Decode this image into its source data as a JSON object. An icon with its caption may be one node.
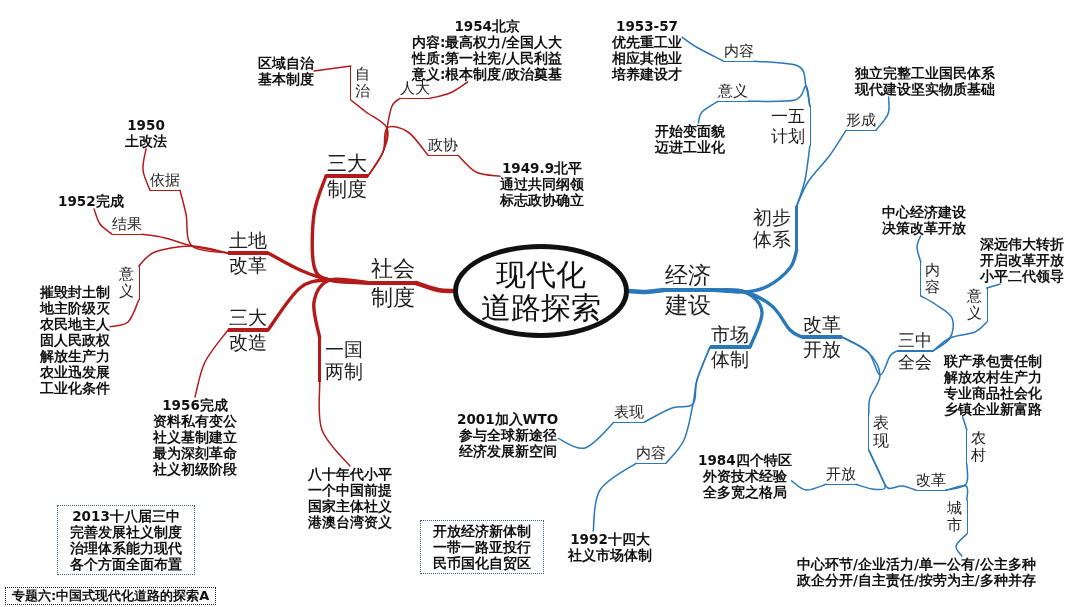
{
  "diagram": {
    "title": "专题六:中国式现代化道路的探索A",
    "nodes": [
      {
        "text": [
          "现代化道路探索"
        ]
      },
      {
        "text": [
          "社会制度"
        ]
      },
      {
        "text": [
          "三大制度"
        ]
      },
      {
        "text": [
          "自治"
        ]
      },
      {
        "text": [
          "区域自治基本制度"
        ]
      },
      {
        "text": [
          "人大"
        ]
      },
      {
        "text": [
          "1954北京",
          "内容:最高权力/全国人大",
          "性质:第一社宪/人民利益",
          "意义:根本制度/政治奠基"
        ]
      },
      {
        "text": [
          "政协"
        ]
      },
      {
        "text": [
          "1949.9北平",
          "通过共同纲领",
          "标志政协确立"
        ]
      },
      {
        "text": [
          "土地改革"
        ]
      },
      {
        "text": [
          "依据"
        ]
      },
      {
        "text": [
          "1950",
          "土改法"
        ]
      },
      {
        "text": [
          "结果"
        ]
      },
      {
        "text": [
          "1952完成"
        ]
      },
      {
        "text": [
          "意义"
        ]
      },
      {
        "text": [
          "摧毁封土制",
          "地主阶级灭",
          "农民地主人",
          "固人民政权",
          "解放生产力",
          "农业迅发展",
          "工业化条件"
        ]
      },
      {
        "text": [
          "三大改造"
        ]
      },
      {
        "text": [
          "1956完成",
          "资料私有变公",
          "社义基制建立",
          "最为深刻革命",
          "社义初级阶段"
        ]
      },
      {
        "text": [
          "一国两制"
        ]
      },
      {
        "text": [
          "八十年代小平",
          "一个中国前提",
          "国家主体社义",
          "港澳台湾资义"
        ]
      },
      {
        "text": [
          "2013十八届三中",
          "完善发展社义制度",
          "治理体系能力现代",
          "各个方面全面布置"
        ]
      },
      {
        "text": [
          "经济建设"
        ]
      },
      {
        "text": [
          "初步体系"
        ]
      },
      {
        "text": [
          "一五计划"
        ]
      },
      {
        "text": [
          "内容"
        ]
      },
      {
        "text": [
          "1953-57",
          "优先重工业",
          "相应其他业",
          "培养建设才"
        ]
      },
      {
        "text": [
          "意义"
        ]
      },
      {
        "text": [
          "开始变面貌",
          "迈进工业化"
        ]
      },
      {
        "text": [
          "形成"
        ]
      },
      {
        "text": [
          "独立完整工业国民体系",
          "现代建设坚实物质基础"
        ]
      },
      {
        "text": [
          "改革开放"
        ]
      },
      {
        "text": [
          "三中全会"
        ]
      },
      {
        "text": [
          "内容"
        ]
      },
      {
        "text": [
          "中心经济建设",
          "决策改革开放"
        ]
      },
      {
        "text": [
          "意义"
        ]
      },
      {
        "text": [
          "深远伟大转折",
          "开启改革开放",
          "小平二代领导"
        ]
      },
      {
        "text": [
          "表现"
        ]
      },
      {
        "text": [
          "开放"
        ]
      },
      {
        "text": [
          "1984四个特区",
          "外资技术经验",
          "全多宽之格局"
        ]
      },
      {
        "text": [
          "改革"
        ]
      },
      {
        "text": [
          "农村"
        ]
      },
      {
        "text": [
          "联产承包责任制",
          "解放农村生产力",
          "专业商品社会化",
          "乡镇企业新富路"
        ]
      },
      {
        "text": [
          "城市"
        ]
      },
      {
        "text": [
          "中心环节/企业活力/单一公有/公主多种",
          "政企分开/自主责任/按劳为主/多种并存"
        ]
      },
      {
        "text": [
          "市场体制"
        ]
      },
      {
        "text": [
          "表现"
        ]
      },
      {
        "text": [
          "2001加入WTO",
          "参与全球新途径",
          "经济发展新空间"
        ]
      },
      {
        "text": [
          "内容"
        ]
      },
      {
        "text": [
          "1992十四大",
          "社义市场体制"
        ]
      },
      {
        "text": [
          "开放经济新体制",
          "一带一路亚投行",
          "民币国化自贸区"
        ]
      }
    ],
    "edges": [
      {
        "from": 0,
        "to": 1,
        "arrow": "none",
        "style": "thick",
        "color": "#b31b1b"
      },
      {
        "from": 1,
        "to": 2,
        "arrow": "none",
        "style": "thick",
        "color": "#b31b1b"
      },
      {
        "from": 2,
        "to": 3,
        "arrow": "none",
        "color": "#b31b1b"
      },
      {
        "from": 3,
        "to": 4,
        "arrow": "none",
        "color": "#b31b1b"
      },
      {
        "from": 2,
        "to": 5,
        "arrow": "none",
        "color": "#b31b1b"
      },
      {
        "from": 5,
        "to": 6,
        "arrow": "none",
        "color": "#b31b1b"
      },
      {
        "from": 2,
        "to": 7,
        "arrow": "none",
        "color": "#b31b1b"
      },
      {
        "from": 7,
        "to": 8,
        "arrow": "none",
        "color": "#b31b1b"
      },
      {
        "from": 1,
        "to": 9,
        "arrow": "none",
        "style": "thick",
        "color": "#b31b1b"
      },
      {
        "from": 9,
        "to": 10,
        "arrow": "none",
        "color": "#b31b1b"
      },
      {
        "from": 10,
        "to": 11,
        "arrow": "none",
        "color": "#b31b1b"
      },
      {
        "from": 9,
        "to": 12,
        "arrow": "none",
        "color": "#b31b1b"
      },
      {
        "from": 12,
        "to": 13,
        "arrow": "none",
        "color": "#b31b1b"
      },
      {
        "from": 9,
        "to": 14,
        "arrow": "none",
        "color": "#b31b1b"
      },
      {
        "from": 14,
        "to": 15,
        "arrow": "none",
        "color": "#b31b1b"
      },
      {
        "from": 1,
        "to": 16,
        "arrow": "none",
        "style": "thick",
        "color": "#b31b1b"
      },
      {
        "from": 16,
        "to": 17,
        "arrow": "none",
        "color": "#b31b1b"
      },
      {
        "from": 1,
        "to": 18,
        "arrow": "none",
        "style": "thick",
        "color": "#b31b1b"
      },
      {
        "from": 18,
        "to": 19,
        "arrow": "none",
        "color": "#b31b1b"
      },
      {
        "from": 0,
        "to": 21,
        "arrow": "none",
        "style": "thick"
      },
      {
        "from": 21,
        "to": 22,
        "arrow": "none",
        "style": "thick"
      },
      {
        "from": 22,
        "to": 23,
        "arrow": "none"
      },
      {
        "from": 23,
        "to": 24,
        "arrow": "none"
      },
      {
        "from": 24,
        "to": 25,
        "arrow": "none"
      },
      {
        "from": 23,
        "to": 26,
        "arrow": "none"
      },
      {
        "from": 26,
        "to": 27,
        "arrow": "none"
      },
      {
        "from": 22,
        "to": 28,
        "arrow": "none"
      },
      {
        "from": 28,
        "to": 29,
        "arrow": "none"
      },
      {
        "from": 21,
        "to": 30,
        "arrow": "none",
        "style": "thick"
      },
      {
        "from": 30,
        "to": 31,
        "arrow": "none"
      },
      {
        "from": 31,
        "to": 32,
        "arrow": "none"
      },
      {
        "from": 32,
        "to": 33,
        "arrow": "none"
      },
      {
        "from": 31,
        "to": 34,
        "arrow": "none"
      },
      {
        "from": 34,
        "to": 35,
        "arrow": "none"
      },
      {
        "from": 30,
        "to": 36,
        "arrow": "none"
      },
      {
        "from": 36,
        "to": 37,
        "arrow": "none"
      },
      {
        "from": 37,
        "to": 38,
        "arrow": "none"
      },
      {
        "from": 36,
        "to": 39,
        "arrow": "none"
      },
      {
        "from": 39,
        "to": 40,
        "arrow": "none"
      },
      {
        "from": 40,
        "to": 41,
        "arrow": "none"
      },
      {
        "from": 39,
        "to": 42,
        "arrow": "none"
      },
      {
        "from": 42,
        "to": 43,
        "arrow": "none"
      },
      {
        "from": 21,
        "to": 44,
        "arrow": "none",
        "style": "thick"
      },
      {
        "from": 44,
        "to": 45,
        "arrow": "none"
      },
      {
        "from": 45,
        "to": 46,
        "arrow": "none"
      },
      {
        "from": 44,
        "to": 47,
        "arrow": "none"
      },
      {
        "from": 47,
        "to": 48,
        "arrow": "none"
      }
    ]
  }
}
